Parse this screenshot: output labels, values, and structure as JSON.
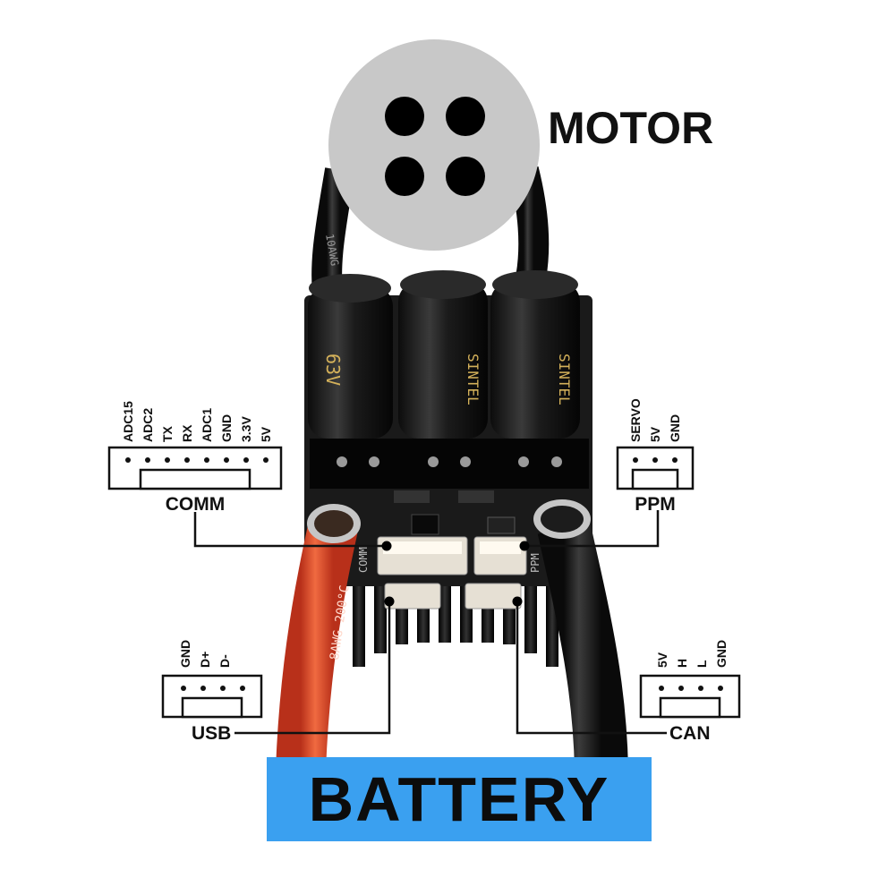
{
  "title_motor": "MOTOR",
  "title_battery": "BATTERY",
  "capacitor_marking": "63V",
  "capacitor_brand": "SINTEL",
  "wire_marking": "8AWG 200°C",
  "board_labels": {
    "comm": "COMM",
    "ppm": "PPM"
  },
  "connectors": {
    "comm": {
      "label": "COMM",
      "pins": [
        "ADC15",
        "ADC2",
        "TX",
        "RX",
        "ADC1",
        "GND",
        "3.3V",
        "5V"
      ]
    },
    "ppm": {
      "label": "PPM",
      "pins": [
        "SERVO",
        "5V",
        "GND"
      ]
    },
    "usb": {
      "label": "USB",
      "pins": [
        "GND",
        "D+",
        "D-"
      ]
    },
    "can": {
      "label": "CAN",
      "pins": [
        "5V",
        "H",
        "L",
        "GND"
      ]
    }
  },
  "colors": {
    "battery_banner": "#3aa0f0",
    "motor_disc": "#c8c8c8",
    "positive_wire": "#e0452a",
    "negative_wire": "#222222",
    "board": "#1a1a1a"
  }
}
